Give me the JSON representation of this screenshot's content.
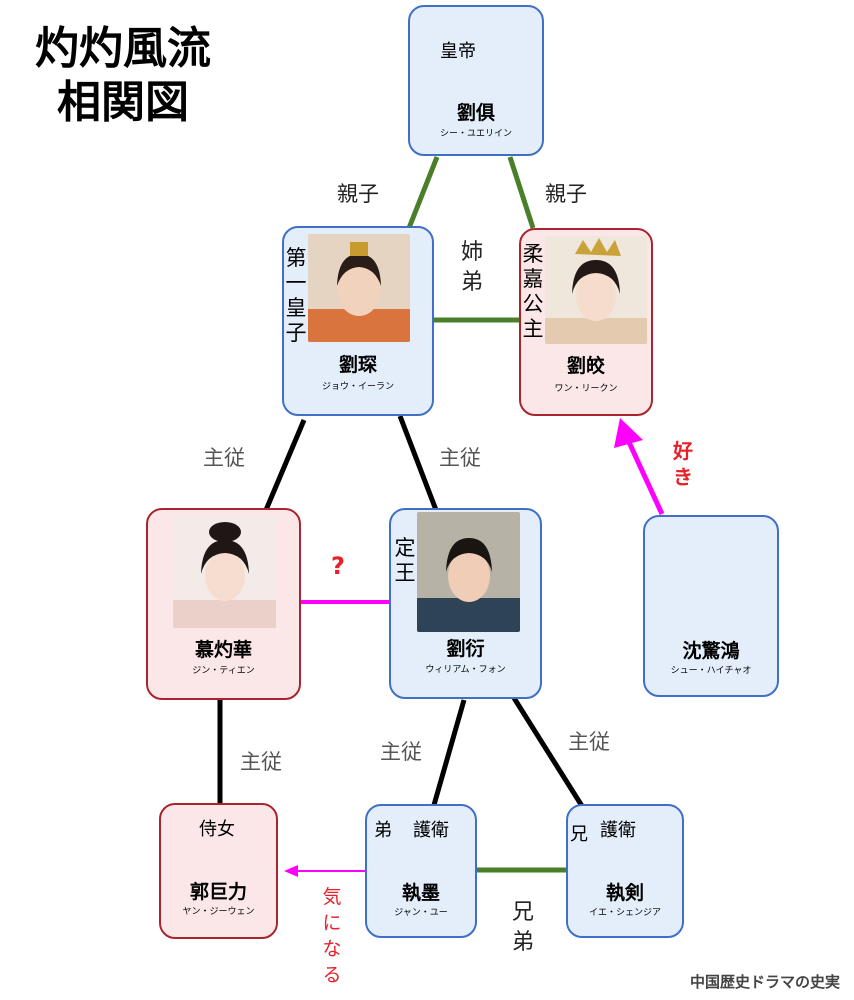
{
  "title": {
    "line1": "灼灼風流",
    "line2": "相関図"
  },
  "credit": "中国歴史ドラマの史実",
  "nodes": {
    "emperor": {
      "role": "皇帝",
      "name": "劉俱",
      "kana": "シー・ユエリイン"
    },
    "prince": {
      "role": "第一皇子",
      "name": "劉琛",
      "kana": "ジョウ・イーラン"
    },
    "princess": {
      "role": "柔嘉公主",
      "name": "劉皎",
      "kana": "ワン・リークン"
    },
    "muzhuohua": {
      "name": "慕灼華",
      "kana": "ジン・ティエン"
    },
    "dingwang": {
      "role": "定王",
      "name": "劉衍",
      "kana": "ウィリアム・フォン"
    },
    "shen": {
      "name": "沈驚鴻",
      "kana": "シュー・ハイチャオ"
    },
    "guo": {
      "role": "侍女",
      "name": "郭巨力",
      "kana": "ヤン・ジーウェン"
    },
    "zhimo": {
      "role_prefix": "弟",
      "role": "護衛",
      "name": "執墨",
      "kana": "ジャン・ユー"
    },
    "zhijian": {
      "role_prefix": "兄",
      "role": "護衛",
      "name": "執剣",
      "kana": "イエ・シェンジア"
    }
  },
  "relations": {
    "emperor_prince": "親子",
    "emperor_princess": "親子",
    "siblings_royal": "姉弟",
    "prince_mu": "主従",
    "prince_ding": "主従",
    "mu_ding": "?",
    "shen_princess": "好き",
    "mu_guo": "主従",
    "ding_zhimo": "主従",
    "ding_zhijian": "主従",
    "brothers": "兄弟",
    "zhimo_guo": "気になる"
  },
  "colors": {
    "male_border": "#3f6fc6",
    "male_fill": "#e4eefb",
    "female_border": "#a82530",
    "female_fill": "#fbe7e7",
    "family_line": "#4a7f2a",
    "master_line": "#000000",
    "love_line": "#ff00ff",
    "accent_text": "#e8202a"
  }
}
